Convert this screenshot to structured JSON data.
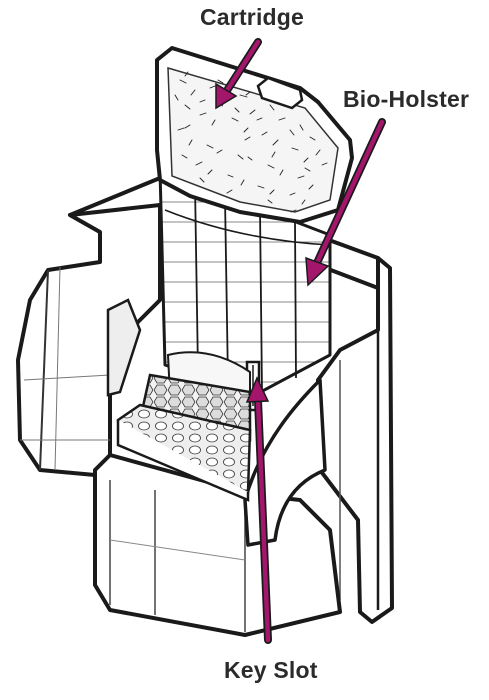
{
  "labels": {
    "cartridge": "Cartridge",
    "bio_holster": "Bio-Holster",
    "key_slot": "Key Slot"
  },
  "colors": {
    "callout": "#a3166b",
    "outline": "#1a1a1a",
    "fill": "#ffffff",
    "shade": "#e6e6e6",
    "label": "#2b2b2b"
  }
}
